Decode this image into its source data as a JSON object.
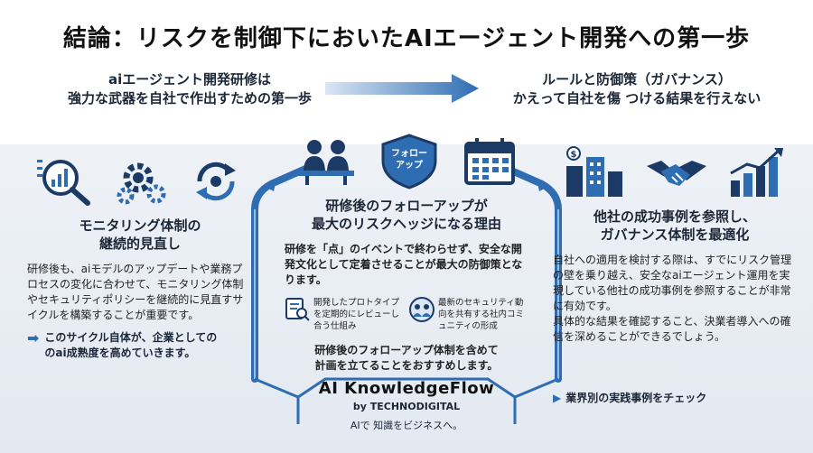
{
  "title": "結論：リスクを制御下においたAIエージェント開発への第一歩",
  "lead_left": {
    "line1": "aiエージェント開発研修は",
    "line2": "強力な武器を自社で作出すための第一歩"
  },
  "lead_right": {
    "line1": "ルールと防御策（ガバナンス）",
    "line2": "かえって自社を傷 つける結果を行えない"
  },
  "left": {
    "heading_line1": "モニタリング体制の",
    "heading_line2": "継続的見直し",
    "body": "研修後も、aiモデルのアップデートや業務プロセスの変化に合わせて、モニタリング体制やセキュリティポリシーを継続的に見直すサイクルを構築することが重要です。",
    "note_line1": "このサイクル自体が、企業としての",
    "note_line2": "のai成熟度を高めていきます。"
  },
  "middle": {
    "shield_line1": "フォロー",
    "shield_line2": "アップ",
    "heading_line1": "研修後のフォローアップが",
    "heading_line2": "最大のリスクヘッジになる理由",
    "body": "研修を「点」のイベントで終わらせず、安全な開発文化として定着させることが最大の防御策となります。",
    "mini1": "開発したプロトタイプを定期的にレビューし合う仕組み",
    "mini2": "最新のセキュリティ動向を共有する社内コミュニティの形成",
    "closing_line1": "研修後のフォローアップ体制を含めて",
    "closing_line2": "計画を立てることをおすすめします。"
  },
  "right": {
    "heading_line1": "他社の成功事例を参照し、",
    "heading_line2": "ガバナンス体制を最適化",
    "body1": "自社への適用を検討する際は、すでにリスク管理の壁を乗り越え、安全なaiエージェント運用を実現している他社の成功事例を参照することが非常に有効です。",
    "body2": "具体的な結果を確認すること、決業者導入への確信を深めることができるでしょう。",
    "link": "業界別の実践事例をチェック"
  },
  "footer": {
    "brand": "AI KnowledgeFlow",
    "by": "by TECHNODIGITAL",
    "tagline": "AIで 知識をビジネスへ。"
  },
  "colors": {
    "accent": "#2f6db3",
    "dark": "#1b3a66",
    "light": "#c9d8ec"
  }
}
